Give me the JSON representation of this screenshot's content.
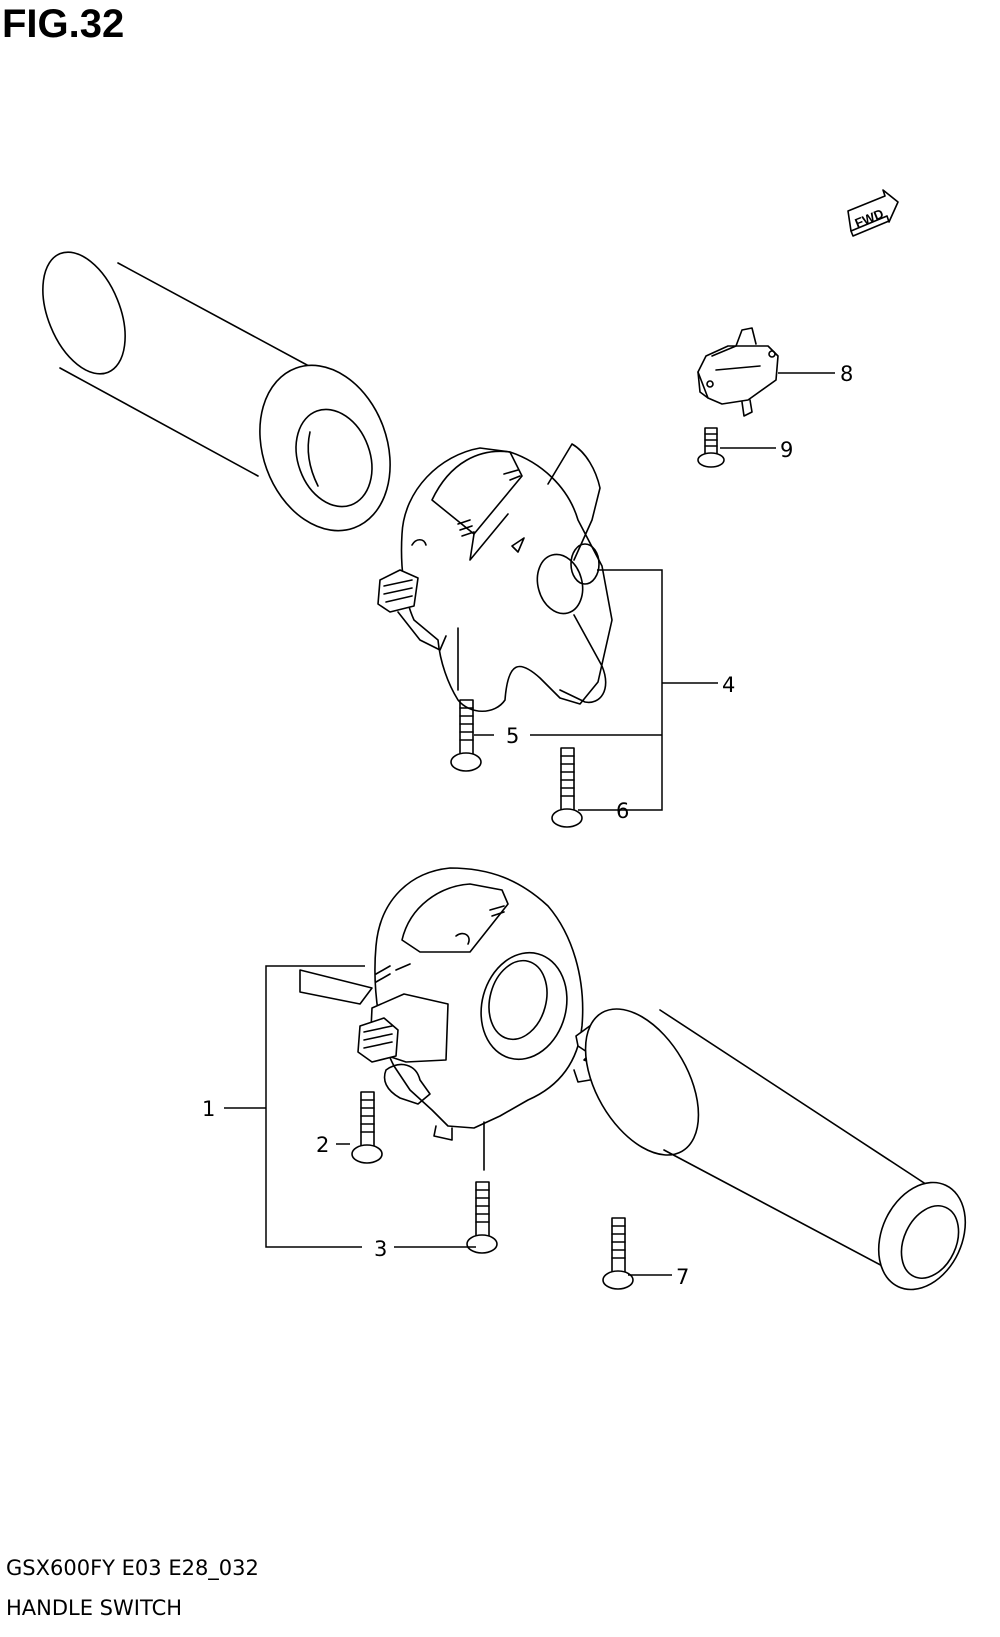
{
  "figure": {
    "title": "FIG.32"
  },
  "footer": {
    "model_code": "GSX600FY E03 E28_032",
    "assembly_name": "HANDLE SWITCH"
  },
  "direction_badge": {
    "label": "FWD"
  },
  "callouts": [
    {
      "number": "1"
    },
    {
      "number": "2"
    },
    {
      "number": "3"
    },
    {
      "number": "4"
    },
    {
      "number": "5"
    },
    {
      "number": "6"
    },
    {
      "number": "7"
    },
    {
      "number": "8"
    },
    {
      "number": "9"
    }
  ]
}
